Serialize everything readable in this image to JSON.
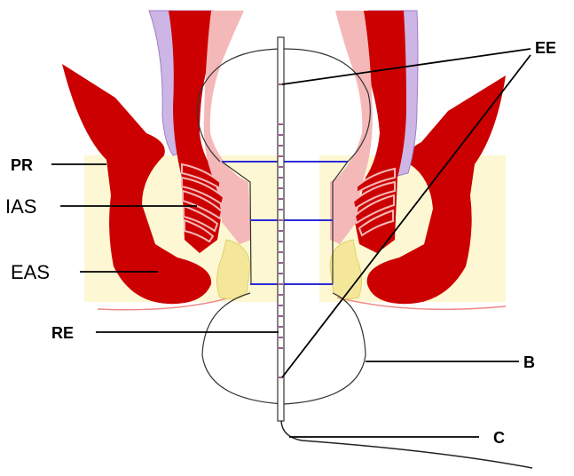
{
  "labels": {
    "pr": "PR",
    "ias": "IAS",
    "eas": "EAS",
    "re": "RE",
    "ee": "EE",
    "b": "B",
    "c": "C"
  },
  "colors": {
    "muscle_red": "#cc0000",
    "mucosa_pink": "#f5b8b8",
    "fat_yellow": "#fdf6c8",
    "fat_yellow_dark": "#f4e79a",
    "purple_layer": "#9b7fc2",
    "blue_ring": "#2b2bd8",
    "probe_marks": "#9c5a8c",
    "line": "#000000"
  }
}
